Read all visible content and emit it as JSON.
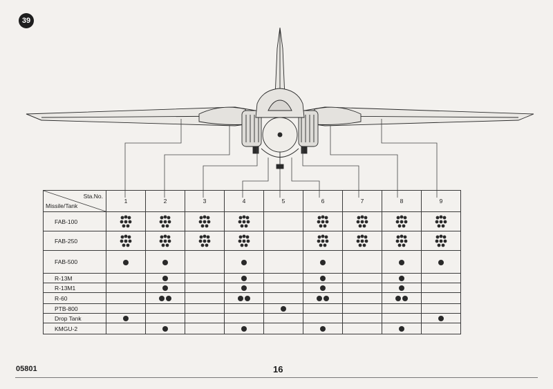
{
  "step": {
    "number": "39"
  },
  "footer": {
    "kit_code": "05801",
    "page_number": "16"
  },
  "table": {
    "header_station": "Sta.No.",
    "header_store": "Missile/Tank",
    "stations": [
      "1",
      "2",
      "3",
      "4",
      "5",
      "6",
      "7",
      "8",
      "9"
    ],
    "rows": [
      {
        "name": "FAB-100",
        "cells": [
          "c",
          "c",
          "c",
          "c",
          "",
          "c",
          "c",
          "c",
          "c"
        ]
      },
      {
        "name": "FAB-250",
        "cells": [
          "c",
          "c",
          "c",
          "c",
          "",
          "c",
          "c",
          "c",
          "c"
        ]
      },
      {
        "name": "FAB-500",
        "cells": [
          "1",
          "1",
          "",
          "1",
          "",
          "1",
          "",
          "1",
          "1"
        ]
      },
      {
        "name": "R-13M",
        "cells": [
          "",
          "1",
          "",
          "1",
          "",
          "1",
          "",
          "1",
          ""
        ]
      },
      {
        "name": "R-13M1",
        "cells": [
          "",
          "1",
          "",
          "1",
          "",
          "1",
          "",
          "1",
          ""
        ]
      },
      {
        "name": "R-60",
        "cells": [
          "",
          "2",
          "",
          "2",
          "",
          "2",
          "",
          "2",
          ""
        ]
      },
      {
        "name": "PTB-800",
        "cells": [
          "",
          "",
          "",
          "",
          "1",
          "",
          "",
          "",
          ""
        ]
      },
      {
        "name": "Drop Tank",
        "cells": [
          "1",
          "",
          "",
          "",
          "",
          "",
          "",
          "",
          "1"
        ]
      },
      {
        "name": "KMGU-2",
        "cells": [
          "",
          "1",
          "",
          "1",
          "",
          "1",
          "",
          "1",
          ""
        ]
      }
    ]
  },
  "colors": {
    "paper": "#f3f1ee",
    "ink": "#1b1b1b"
  }
}
